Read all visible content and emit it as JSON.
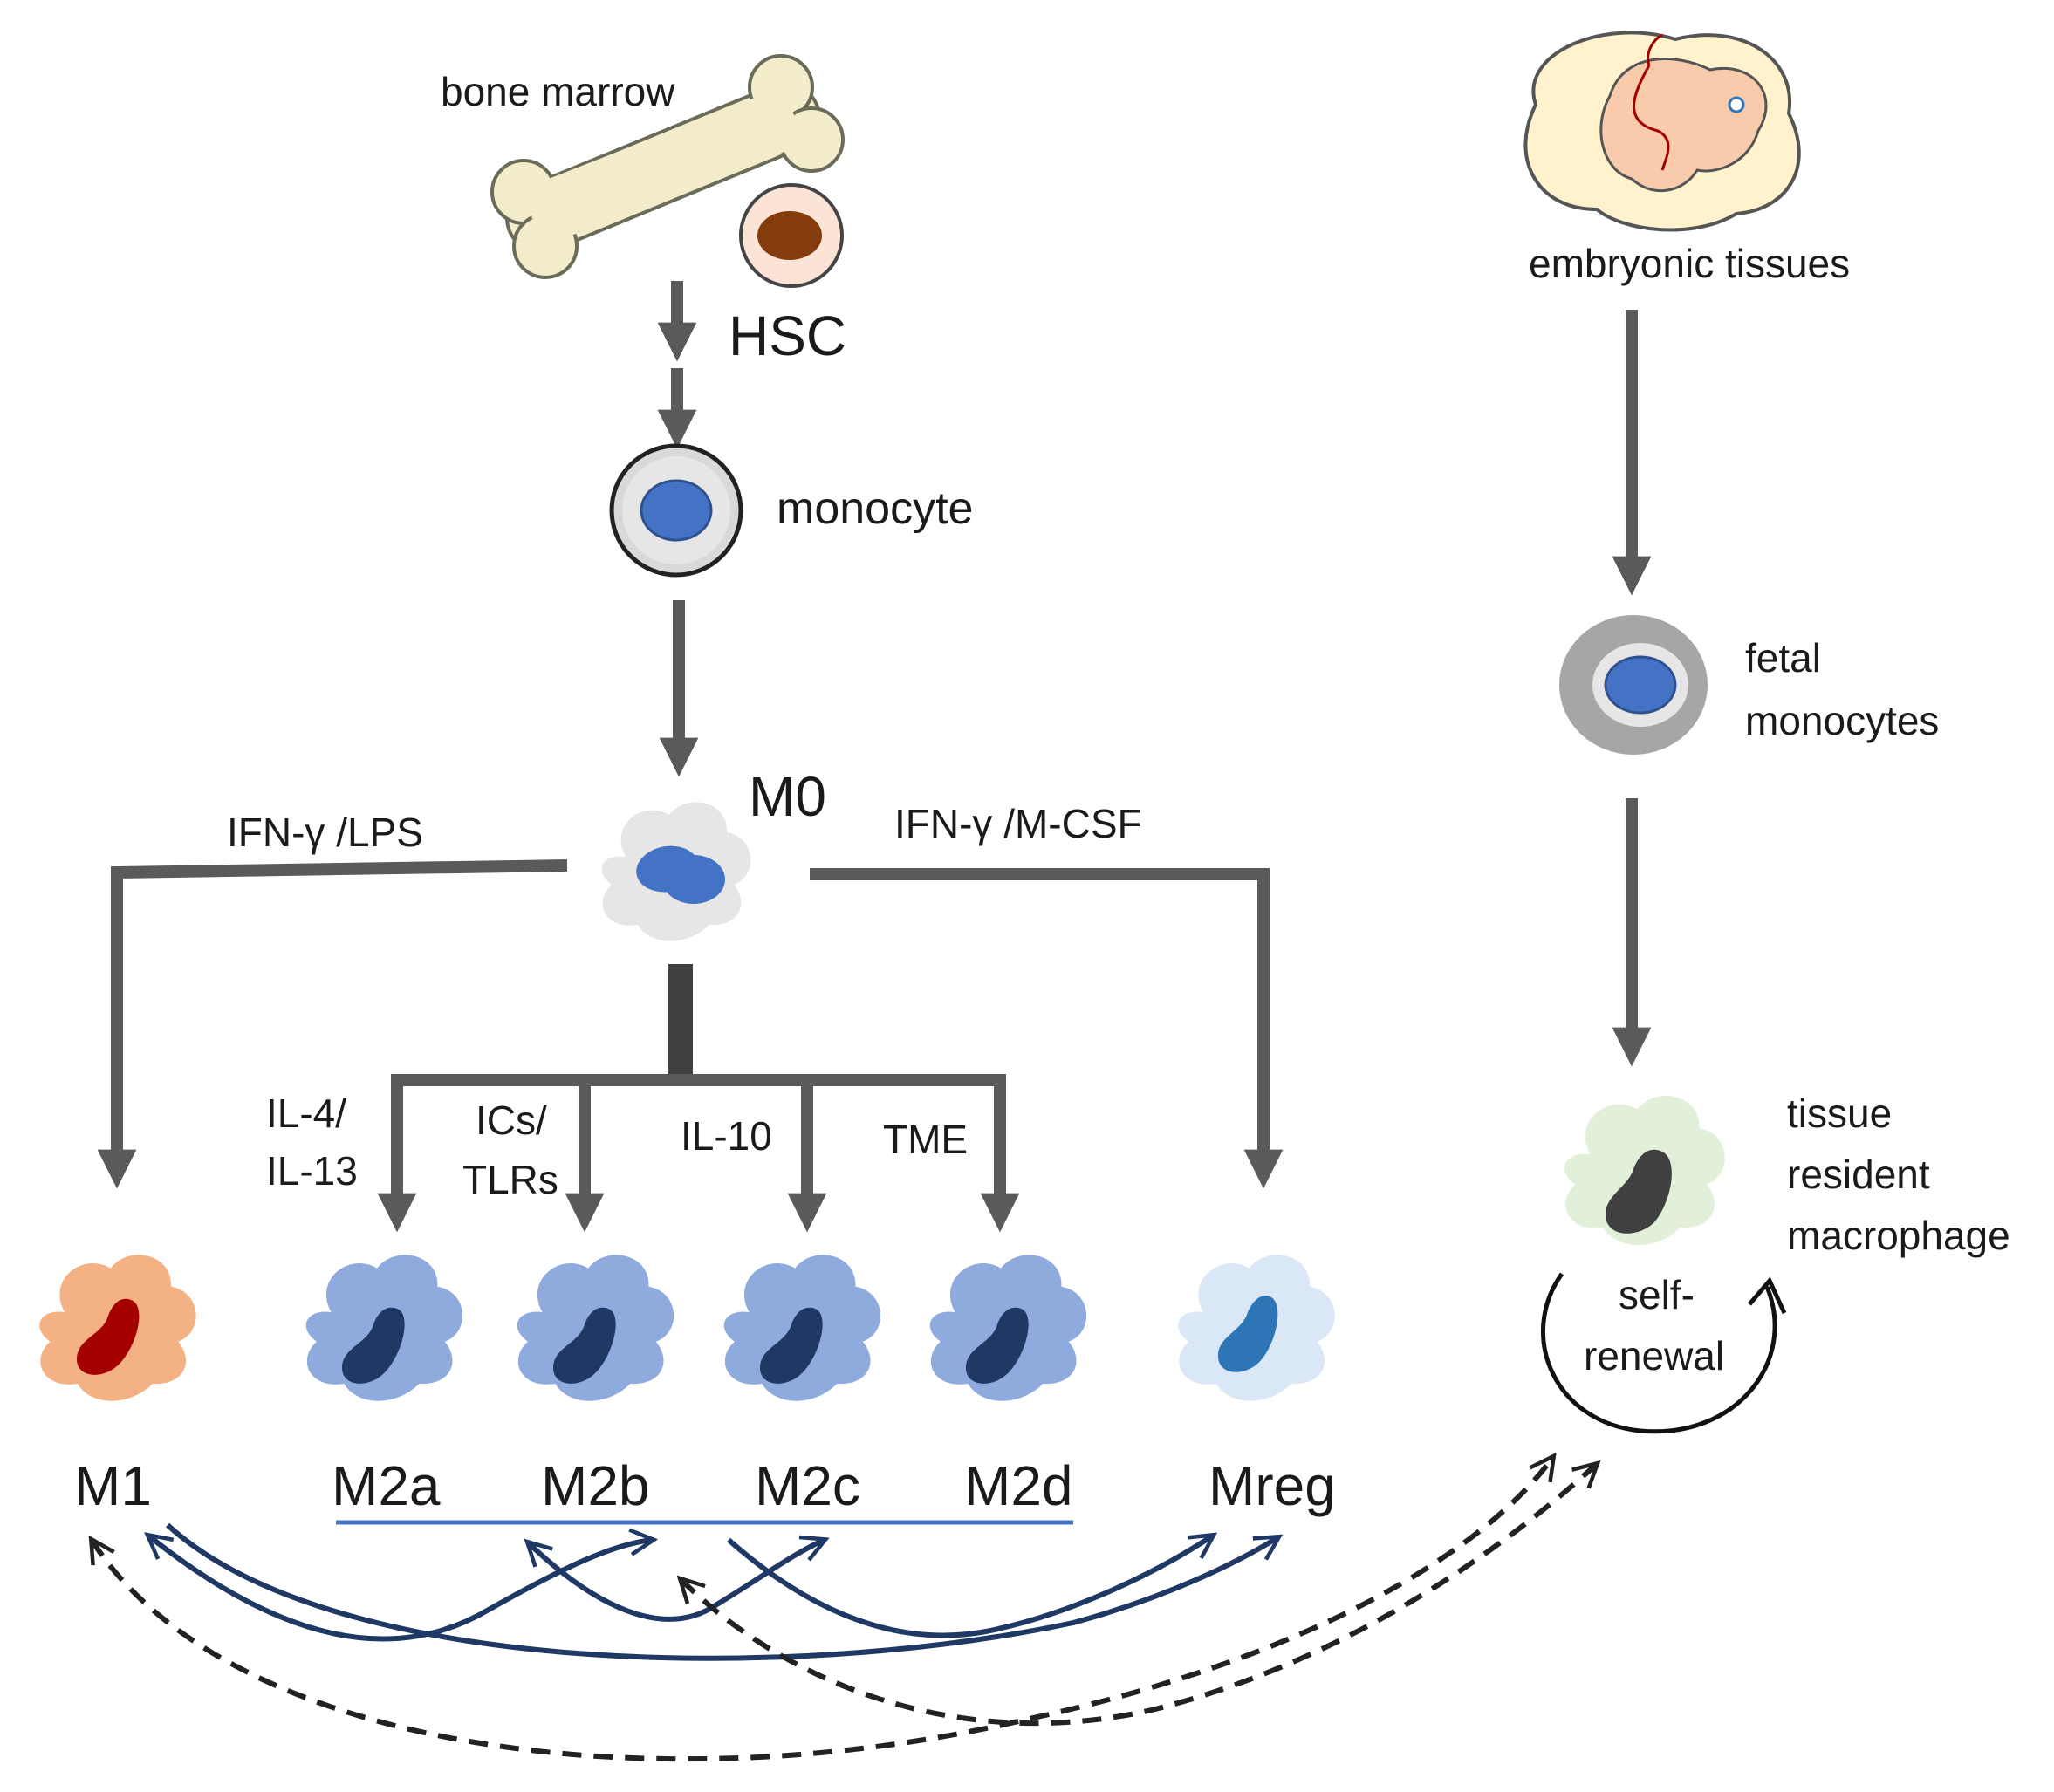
{
  "sources": {
    "bone_marrow": "bone marrow",
    "hsc": "HSC",
    "monocyte": "monocyte",
    "m0": "M0",
    "embryonic_tissues": "embryonic tissues",
    "fetal_monocytes_line1": "fetal",
    "fetal_monocytes_line2": "monocytes",
    "tissue_resident_line1": "tissue",
    "tissue_resident_line2": "resident",
    "tissue_resident_line3": "macrophage",
    "self_renewal_line1": "self-",
    "self_renewal_line2": "renewal"
  },
  "stimuli": {
    "m1": "IFN-γ /LPS",
    "mreg": "IFN-γ /M-CSF",
    "m2a_line1": "IL-4/",
    "m2a_line2": "IL-13",
    "m2b_line1": "ICs/",
    "m2b_line2": "TLRs",
    "m2c": "IL-10",
    "m2d": "TME"
  },
  "subtypes": {
    "m1": "M1",
    "m2a": "M2a",
    "m2b": "M2b",
    "m2c": "M2c",
    "m2d": "M2d",
    "mreg": "Mreg"
  },
  "colors": {
    "arrow_gray": "#5a5a5a",
    "m1_cell": "#f4b183",
    "m1_nucleus": "#a50000",
    "m2_cell": "#8faadc",
    "m2_nucleus": "#1f3864",
    "mreg_cell": "#dae7f6",
    "mreg_nucleus": "#2e75b6",
    "monocyte_nucleus": "#4472c4",
    "tissue_cell": "#e2f0d9",
    "tissue_nucleus": "#404040",
    "interconversion_arrow": "#1f3864",
    "m2_bracket_line": "#4472c4",
    "bone": "#f2eccb",
    "embryo_bg": "#fff2cc"
  }
}
